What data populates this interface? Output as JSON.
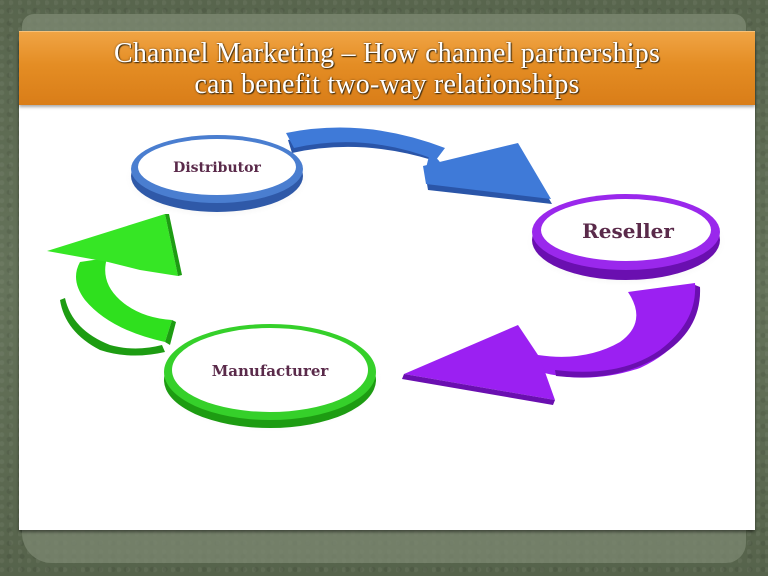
{
  "title": {
    "line1": "Channel Marketing – How channel partnerships",
    "line2": "can benefit two-way relationships"
  },
  "diagram": {
    "type": "cycle",
    "nodes": [
      {
        "id": "distributor",
        "label": "Distributor",
        "color": "#3f6fc4"
      },
      {
        "id": "reseller",
        "label": "Reseller",
        "color": "#8a1fe0"
      },
      {
        "id": "manufacturer",
        "label": "Manufacturer",
        "color": "#2fc42a"
      }
    ],
    "arrows": [
      {
        "from": "distributor",
        "to": "reseller",
        "color": "#3a78d6"
      },
      {
        "from": "reseller",
        "to": "manufacturer",
        "color": "#a21cf5"
      },
      {
        "from": "manufacturer",
        "to": "distributor",
        "color": "#2fe01e"
      }
    ]
  },
  "colors": {
    "title_bar": "#e48d24",
    "background": "#5d6a52",
    "slide": "#ffffff",
    "label_text": "#5a2a4a"
  }
}
